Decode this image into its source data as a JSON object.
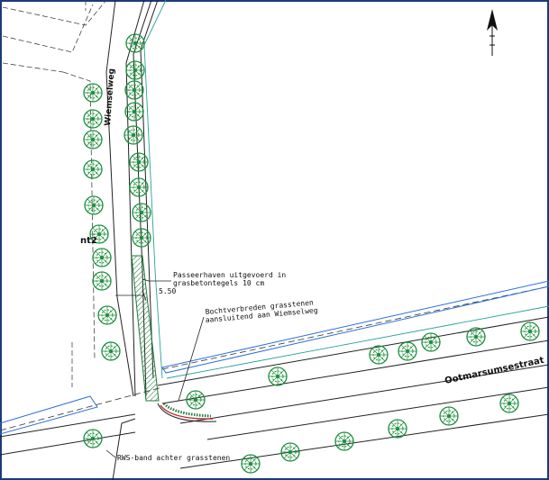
{
  "labels": {
    "street_vertical": "Wiemselweg",
    "street_horizontal": "Ootmarsumsestraat",
    "parcel": "nt2",
    "dimension": "5.50",
    "note_passing_bay_line1": "Passeerhaven uitgevoerd in",
    "note_passing_bay_line2": "grasbetontegels 10 cm",
    "note_corner_line1": "Bochtverbreden grasstenen",
    "note_corner_line2": "aansluitend aan Wiemselweg",
    "note_band": "RWS-band achter grasstenen"
  },
  "colors": {
    "tree": "#1a8f3a",
    "ditch": "#2b6fd6",
    "verge": "#2aa198",
    "line": "#222222",
    "hatch": "#1d7a3a",
    "frame": "#1a3a7a",
    "red_band": "#c0282d"
  },
  "icons": {
    "north": "north-arrow-icon",
    "tree": "tree-icon"
  }
}
